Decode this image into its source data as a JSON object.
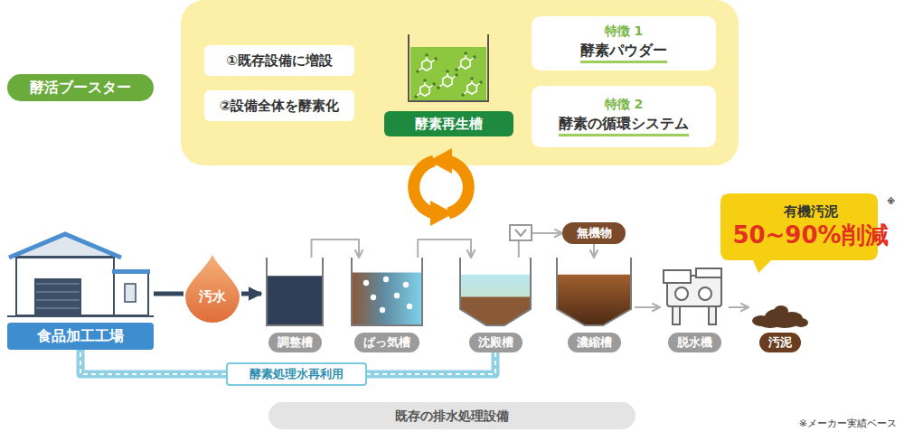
{
  "diagram": {
    "nodes": [
      {
        "text": [
          "酵活ブースター"
        ]
      },
      {
        "text": [
          "①既存設備に増設"
        ]
      },
      {
        "text": [
          "②設備全体を酵素化"
        ]
      },
      {
        "text": [
          "酵素再生槽"
        ]
      },
      {
        "text": [
          "特徴 1",
          "酵素パウダー"
        ]
      },
      {
        "text": [
          "特徴 2",
          "酵素の循環システム"
        ]
      },
      {
        "text": [
          "食品加工工場"
        ]
      },
      {
        "text": [
          "汚水"
        ]
      },
      {
        "text": [
          "調整槽"
        ]
      },
      {
        "text": [
          "ばっ気槽"
        ]
      },
      {
        "text": [
          "沈殿槽"
        ]
      },
      {
        "text": [
          "無機物"
        ]
      },
      {
        "text": [
          "濃縮槽"
        ]
      },
      {
        "text": [
          "脱水機"
        ]
      },
      {
        "text": [
          "汚泥"
        ]
      },
      {
        "text": [
          "有機汚泥",
          "50~90%削減",
          "※"
        ]
      },
      {
        "text": [
          "酵素処理水再利用"
        ]
      },
      {
        "text": [
          "既存の排水処理設備"
        ]
      }
    ],
    "edges": [
      {
        "from": 8,
        "to": 9,
        "arrow": "to"
      },
      {
        "from": 9,
        "to": 10,
        "arrow": "to"
      },
      {
        "from": 10,
        "to": 11,
        "arrow": "to"
      },
      {
        "from": 11,
        "to": 12,
        "arrow": "to"
      },
      {
        "from": 12,
        "to": 13,
        "arrow": "to"
      },
      {
        "from": 13,
        "to": 14,
        "arrow": "to"
      },
      {
        "from": 6,
        "to": 7,
        "arrow": "none"
      },
      {
        "from": 7,
        "to": 8,
        "arrow": "to"
      },
      {
        "from": 10,
        "to": 16,
        "arrow": "none"
      },
      {
        "from": 16,
        "to": 6,
        "arrow": "none"
      }
    ],
    "labels": [
      "※メーカー実績ベース"
    ]
  }
}
